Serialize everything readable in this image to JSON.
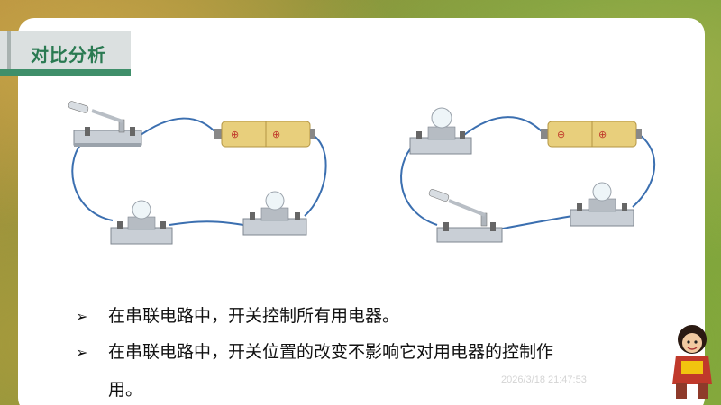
{
  "title": "对比分析",
  "bullets": [
    {
      "arrow": "➢",
      "text": "在串联电路中，开关控制所有用电器。"
    },
    {
      "arrow": "➢",
      "text": "在串联电路中，开关位置的改变不影响它对用电器的控制作"
    }
  ],
  "bullet_continuation": "用。",
  "timestamp": "2026/3/18 21:47:53",
  "battery_symbol": "⊕",
  "colors": {
    "title": "#2a7a52",
    "wire": "#3b6fb0",
    "battery": "#e8cf7c"
  }
}
